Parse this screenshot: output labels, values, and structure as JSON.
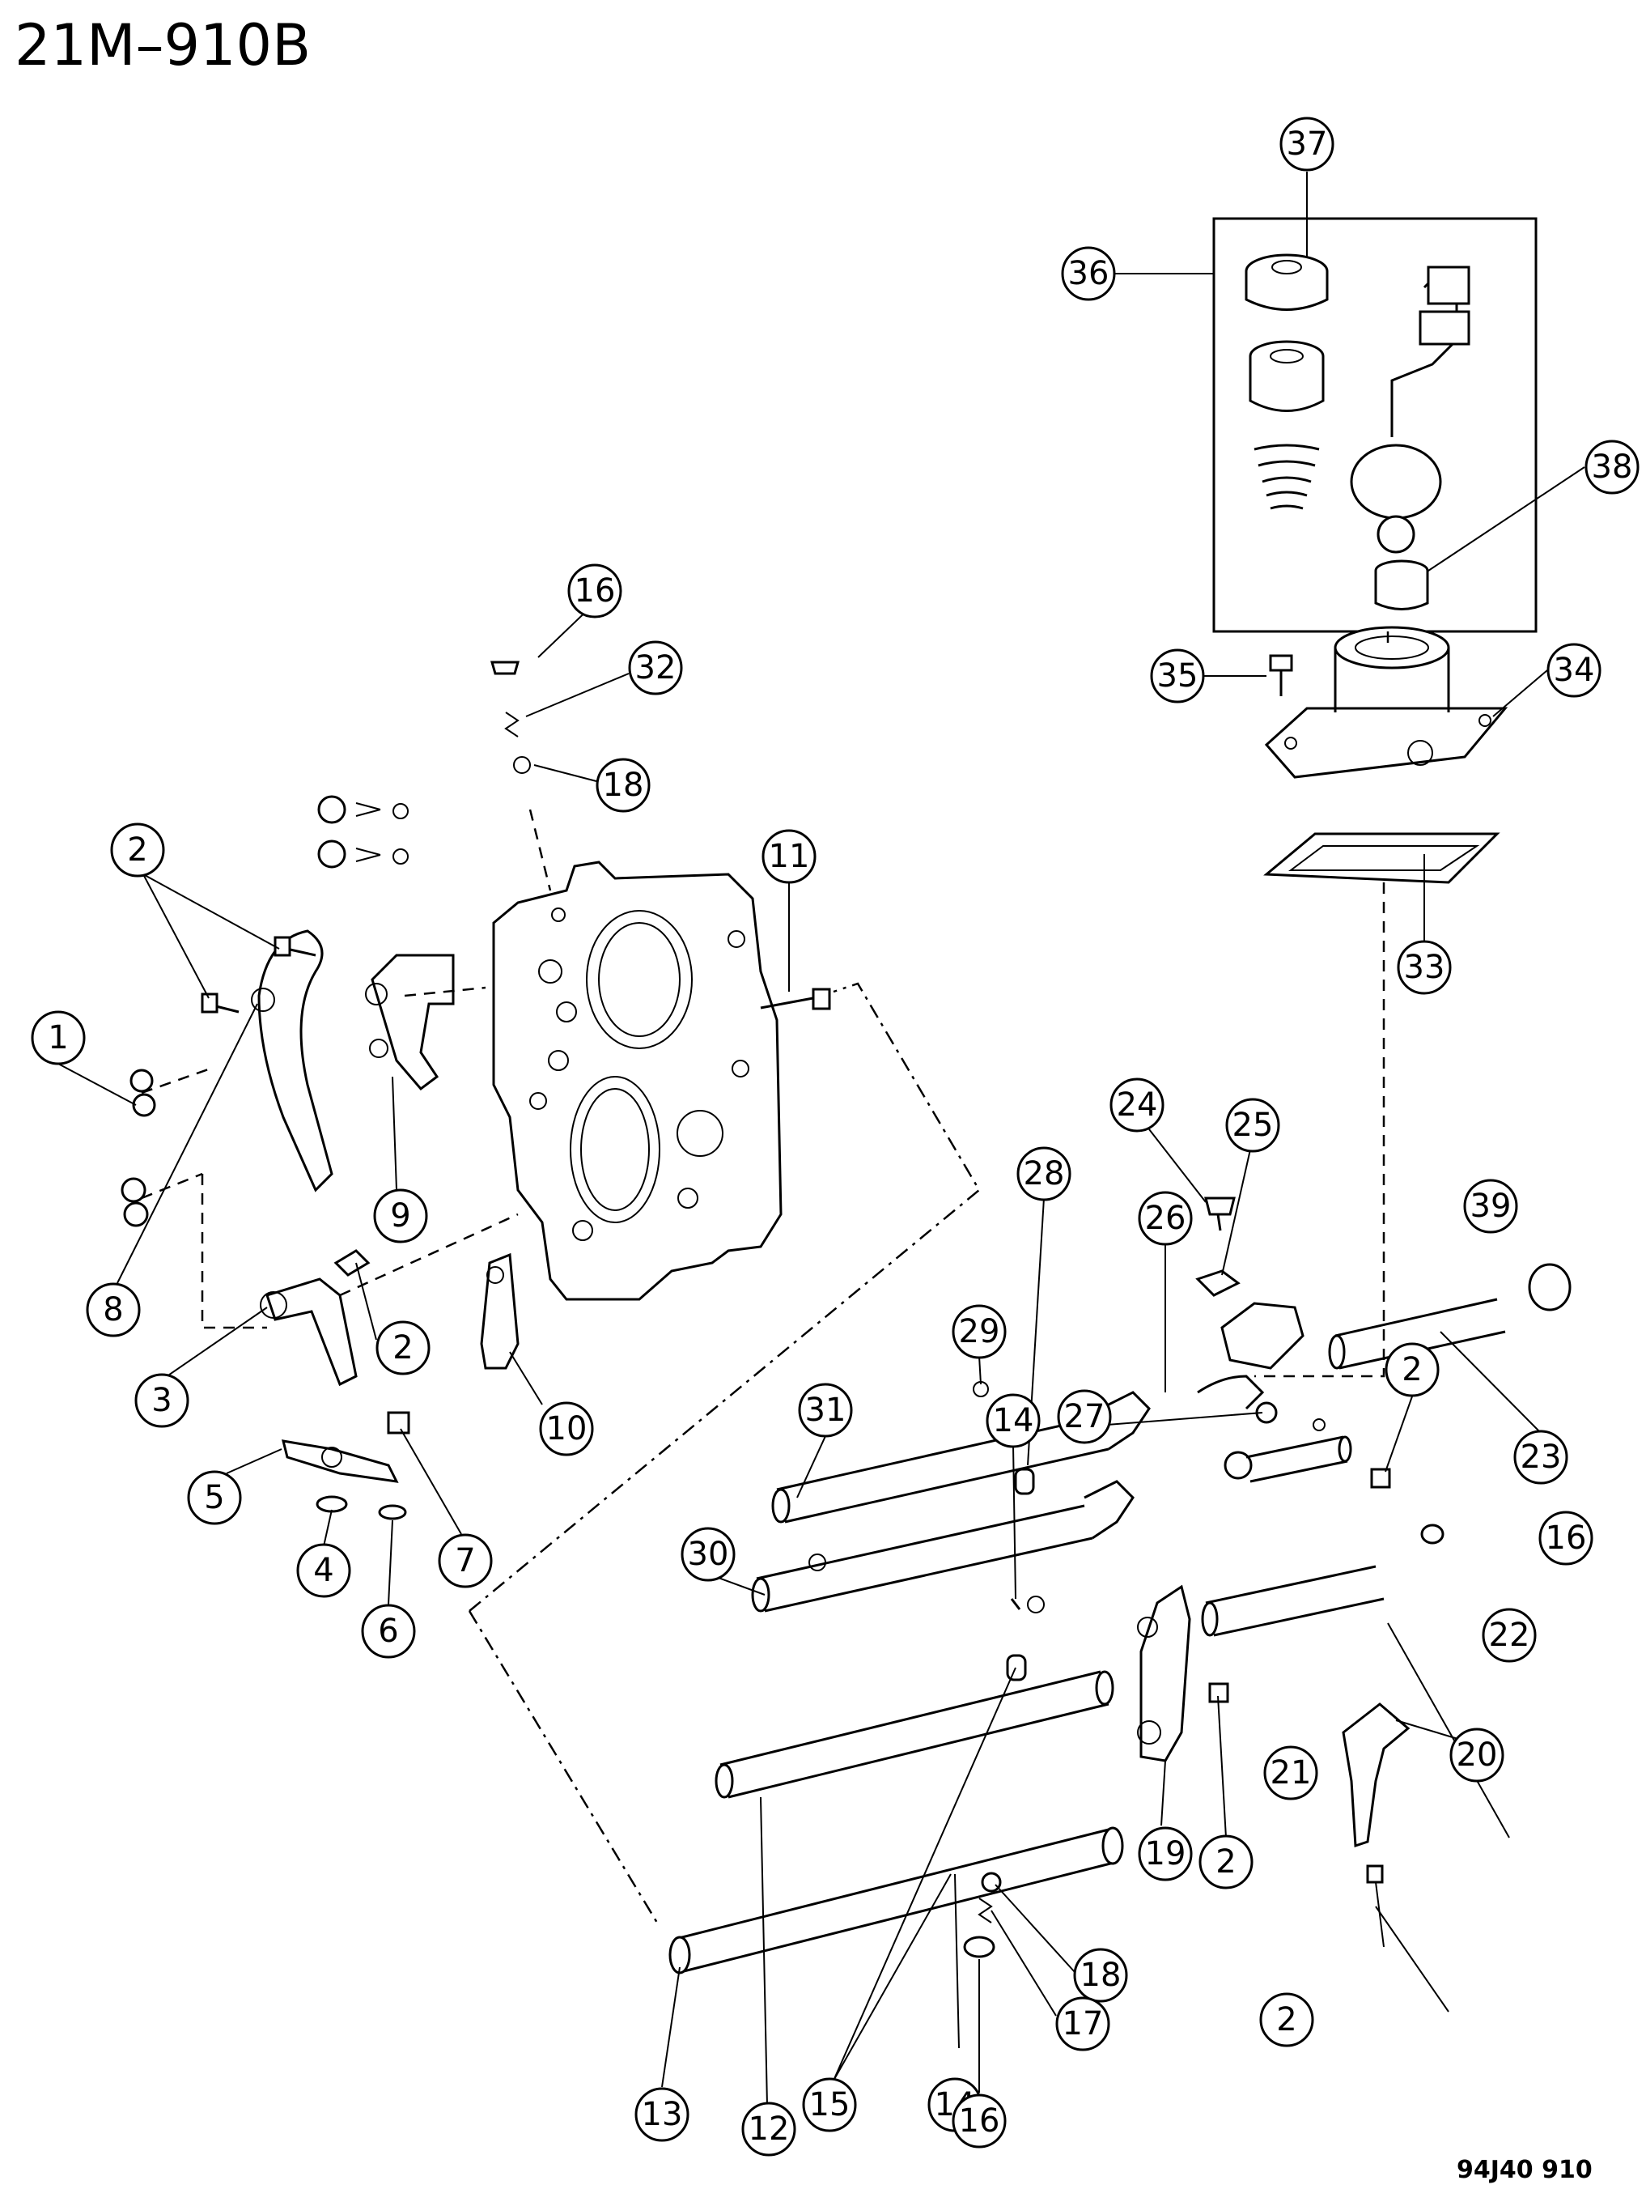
{
  "header": {
    "code": "21M–910B"
  },
  "footer": {
    "code": "94J40  910"
  },
  "callouts": [
    "1",
    "2",
    "3",
    "4",
    "5",
    "6",
    "7",
    "8",
    "9",
    "10",
    "11",
    "12",
    "13",
    "14",
    "15",
    "16",
    "17",
    "18",
    "19",
    "20",
    "21",
    "22",
    "23",
    "24",
    "25",
    "26",
    "27",
    "28",
    "29",
    "30",
    "31",
    "32",
    "33",
    "34",
    "35",
    "36",
    "37",
    "38",
    "39"
  ]
}
